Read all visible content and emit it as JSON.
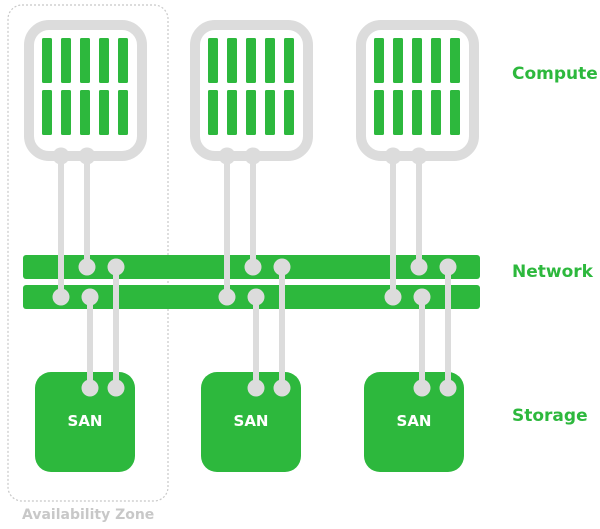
{
  "colors": {
    "green": "#2db83d",
    "frame": "#dcdcdc",
    "zone_border": "#c8c8c8",
    "zone_label": "#c8c8c8",
    "san_text": "#ffffff"
  },
  "layers": {
    "compute": "Compute",
    "network": "Network",
    "storage": "Storage"
  },
  "availability_zone": {
    "label": "Availability Zone"
  },
  "racks": [
    {
      "san_label": "SAN"
    },
    {
      "san_label": "SAN"
    },
    {
      "san_label": "SAN"
    }
  ],
  "icons": {
    "server_rack": "server-rack-icon",
    "san_storage": "san-storage-icon"
  }
}
